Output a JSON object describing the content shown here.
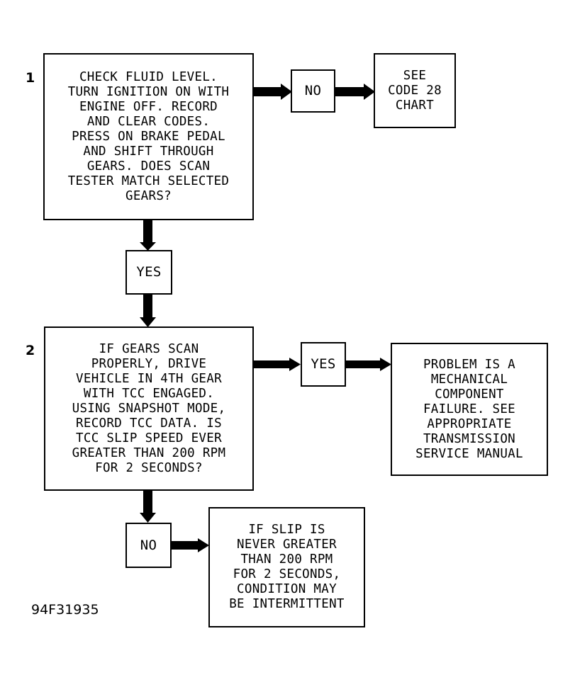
{
  "steps": {
    "step1_number": "1",
    "step2_number": "2"
  },
  "boxes": {
    "box1": "CHECK FLUID LEVEL.\nTURN IGNITION ON WITH\nENGINE OFF. RECORD\nAND CLEAR CODES.\nPRESS ON BRAKE PEDAL\nAND SHIFT THROUGH\nGEARS. DOES SCAN\nTESTER MATCH SELECTED\nGEARS?",
    "no1": "NO",
    "see_code": "SEE\nCODE 28\nCHART",
    "yes1": "YES",
    "box2": "IF GEARS SCAN\nPROPERLY, DRIVE\nVEHICLE IN 4TH GEAR\nWITH TCC ENGAGED.\nUSING SNAPSHOT MODE,\nRECORD TCC DATA. IS\nTCC SLIP SPEED EVER\nGREATER THAN 200 RPM\nFOR 2 SECONDS?",
    "yes2": "YES",
    "mechanical": "PROBLEM IS A\nMECHANICAL\nCOMPONENT\nFAILURE. SEE\nAPPROPRIATE\nTRANSMISSION\nSERVICE MANUAL",
    "no2": "NO",
    "intermittent": "IF SLIP IS\nNEVER GREATER\nTHAN 200 RPM\nFOR 2 SECONDS,\nCONDITION MAY\nBE INTERMITTENT"
  },
  "figure_id": "94F31935"
}
